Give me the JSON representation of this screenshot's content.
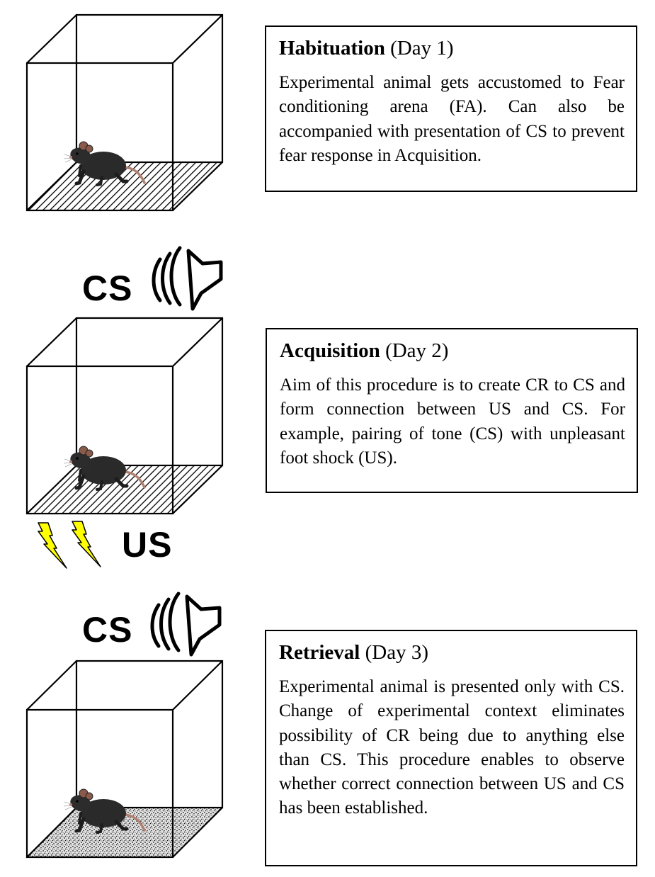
{
  "stages": [
    {
      "name": "Habituation",
      "day": "(Day 1)",
      "description": "Experimental animal gets accustomed to Fear conditioning arena (FA). Can also be accompanied with presentation of CS to prevent fear response in Acquisition.",
      "floor_pattern": "diagonal-hatch"
    },
    {
      "name": "Acquisition",
      "day": "(Day 2)",
      "description": "Aim of this procedure is to create CR to CS and form connection between US and CS. For example, pairing of tone (CS) with unpleasant foot shock (US).",
      "floor_pattern": "diagonal-hatch"
    },
    {
      "name": "Retrieval",
      "day": "(Day 3)",
      "description": "Experimental animal is presented only with CS. Change of experimental context eliminates possibility of CR being due to anything else than CS. This procedure enables to observe whether correct connection between US and CS has been established.",
      "floor_pattern": "speckled"
    }
  ],
  "stimuli": {
    "cs_label": "CS",
    "us_label": "US",
    "cs_icon": "speaker-icon",
    "us_icon": "lightning-bolt-icon",
    "lightning_color": "#ffff00"
  }
}
